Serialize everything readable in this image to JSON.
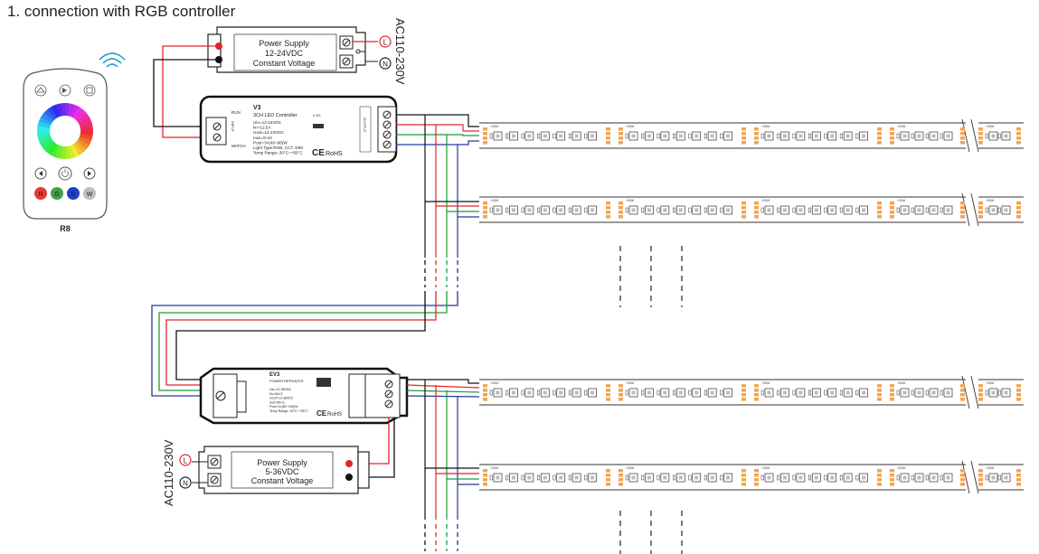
{
  "heading": "1. connection with RGB controller",
  "remote": {
    "model": "R8",
    "buttons": [
      "R",
      "G",
      "B",
      "W"
    ],
    "colors": {
      "R": "#e53935",
      "G": "#43a047",
      "B": "#1e40c8",
      "W": "#bdbdbd"
    },
    "top_icons": [
      "home-icon",
      "play-pause-icon",
      "save-icon"
    ],
    "bottom_icons": [
      "prev-icon",
      "power-icon",
      "next-icon"
    ]
  },
  "psu_top": {
    "lines": [
      "Power Supply",
      "12-24VDC",
      "Constant Voltage"
    ]
  },
  "psu_bottom": {
    "lines": [
      "Power Supply",
      "5-36VDC",
      "Constant Voltage"
    ]
  },
  "mains": {
    "top_label": "AC110-230V",
    "bottom_label": "AC110-230V",
    "live": "L",
    "neutral": "N"
  },
  "controller": {
    "model": "V3",
    "title": "3CH LED Controller",
    "specs": [
      "Uin=12-24VDC",
      "Iin=12.5A",
      "Uout=12-24VDC",
      "Iout=3×4A",
      "Pout=3×(48~96)W",
      "Light Type:RGB, CCT, DIM",
      "Temp Range:-30°C~+55°C"
    ],
    "side_labels": [
      "RUN",
      "MATCH"
    ],
    "input_label": "INPUT",
    "output_label": "OUTPUT",
    "freq": "2.4G",
    "cert_ce": "CE",
    "cert_rohs": "RoHS"
  },
  "repeater": {
    "model": "EV3",
    "title": "POWER REPEATER",
    "specs": [
      "Uin=12-36VDC",
      "Iin=5A×3",
      "Uout=12-36VDC",
      "Iout=5A×3",
      "Pout=3×(60~180)W",
      "Temp Range:-30°C~+55°C"
    ],
    "cert_ce": "CE",
    "cert_rohs": "RoHS"
  },
  "strip": {
    "label": "+24V"
  },
  "wire_colors": {
    "red": "#e0252b",
    "black": "#111111",
    "green": "#1f9a3a",
    "blue": "#24379a"
  }
}
